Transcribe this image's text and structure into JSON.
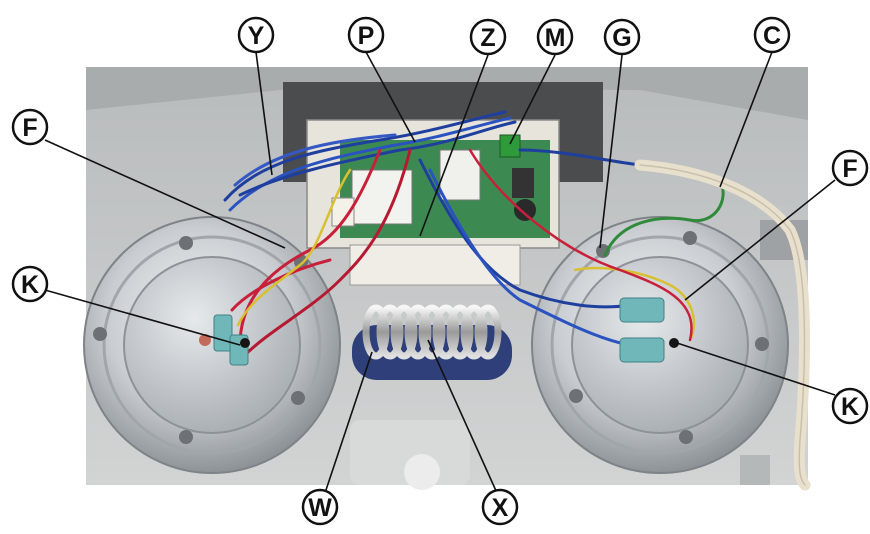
{
  "callouts": [
    {
      "letter": "Y"
    },
    {
      "letter": "P"
    },
    {
      "letter": "Z"
    },
    {
      "letter": "M"
    },
    {
      "letter": "G"
    },
    {
      "letter": "C"
    },
    {
      "letter": "F"
    },
    {
      "letter": "F"
    },
    {
      "letter": "K"
    },
    {
      "letter": "K"
    },
    {
      "letter": "W"
    },
    {
      "letter": "X"
    }
  ],
  "colors": {
    "housing": "#c7c9c8",
    "heater_plate": "#d9dcdf",
    "wire_blue": "#1f3f9f",
    "wire_red": "#c8203a",
    "wire_green": "#2f8a3a",
    "wire_yellow": "#d8c030",
    "circuit_board": "#3c8a52",
    "cable_cream": "#e8e0cc",
    "connector_teal": "#6fb7b9",
    "callout_stroke": "#111111"
  }
}
